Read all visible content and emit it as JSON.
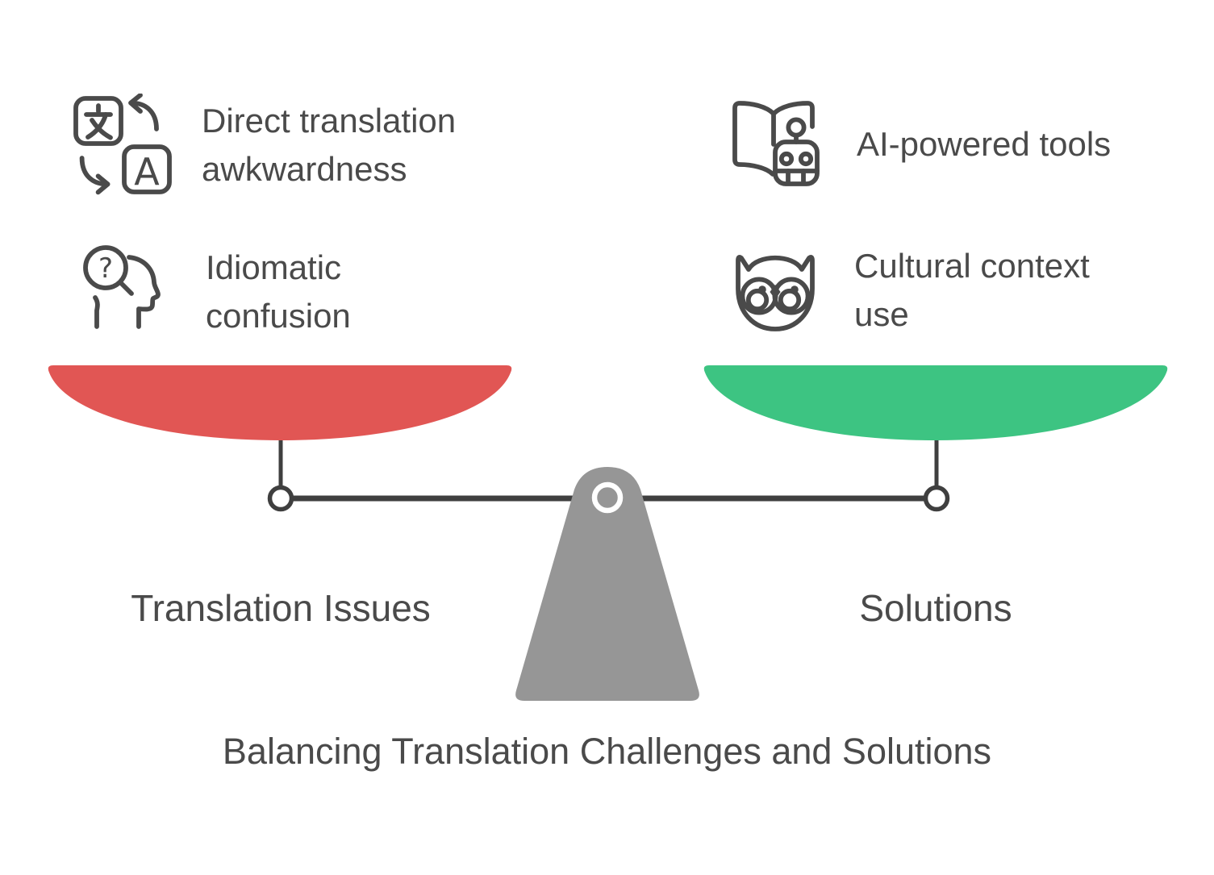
{
  "title": "Balancing Translation Challenges and Solutions",
  "colors": {
    "pan_left": "#E15654",
    "pan_right": "#3DC482",
    "fulcrum": "#969696",
    "beam": "#3F3F3F",
    "icon": "#4A4A4A",
    "text": "#4A4A4A"
  },
  "left_side": {
    "label": "Translation Issues",
    "items": [
      {
        "icon": "translate-icon",
        "line1": "Direct translation",
        "line2": "awkwardness"
      },
      {
        "icon": "magnifier-question-head-icon",
        "line1": "Idiomatic",
        "line2": "confusion"
      }
    ]
  },
  "right_side": {
    "label": "Solutions",
    "items": [
      {
        "icon": "book-robot-icon",
        "line1": "AI-powered tools",
        "line2": ""
      },
      {
        "icon": "owl-icon",
        "line1": "Cultural context",
        "line2": "use"
      }
    ]
  },
  "icon_glyphs": {
    "translate_a": "A",
    "question_mark": "?"
  }
}
